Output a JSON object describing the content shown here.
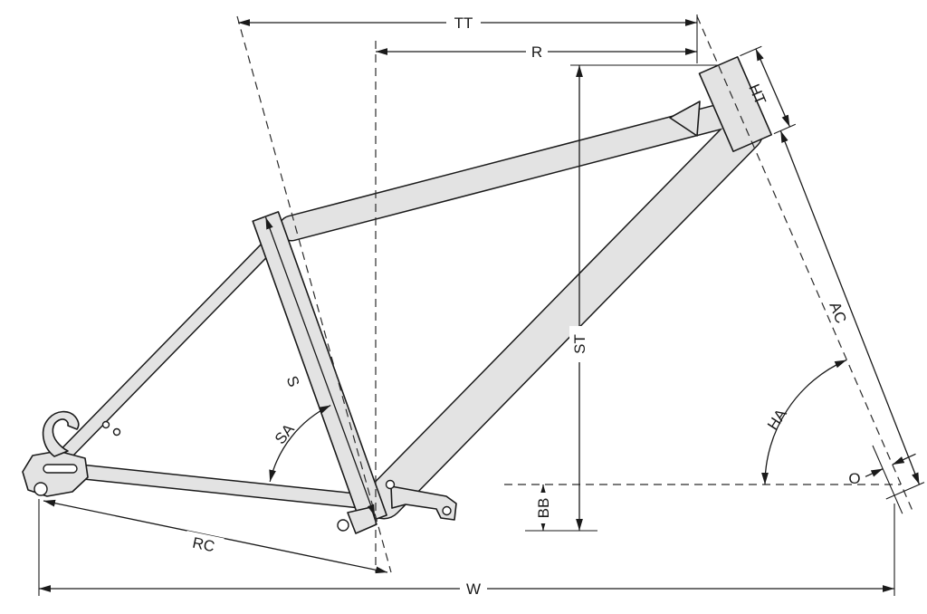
{
  "diagram": {
    "labels": {
      "tt": "TT",
      "r": "R",
      "ht": "HT",
      "ac": "AC",
      "ha": "HA",
      "o": "O",
      "w": "W",
      "bb": "BB",
      "st": "ST",
      "s": "S",
      "sa": "SA",
      "rc": "RC"
    },
    "colors": {
      "frame_fill": "#e3e3e3",
      "line": "#1a1a1a",
      "background": "#ffffff"
    }
  }
}
